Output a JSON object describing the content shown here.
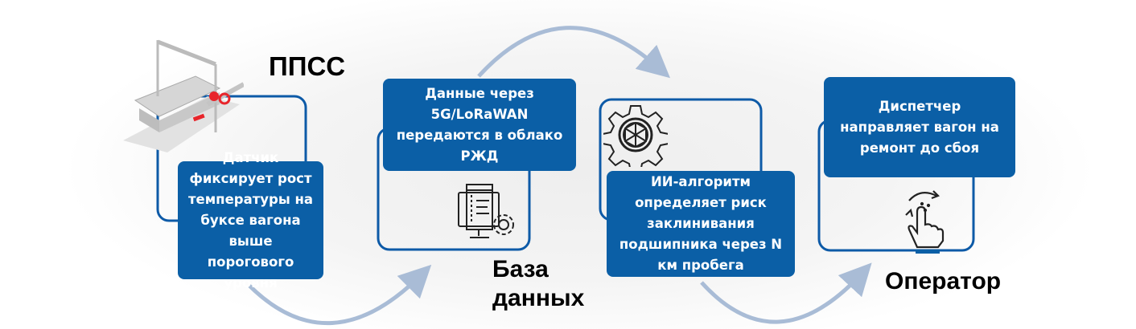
{
  "stages": [
    {
      "title": "ППСС",
      "text": "Датчик фиксирует рост температуры на буксе вагона выше порогового уровня",
      "icon": "railcar-sensor-icon"
    },
    {
      "title": "База данных",
      "text": "Данные через 5G/LoRaWAN передаются в облако РЖД",
      "icon": "database-monitor-gear-icon"
    },
    {
      "title": "",
      "text": "ИИ-алгоритм определяет риск заклинивания подшипника через N км пробега",
      "icon": "ai-gear-icon"
    },
    {
      "title": "Оператор",
      "text": "Диспетчер направляет вагон на ремонт до сбоя",
      "icon": "hand-touch-icon"
    }
  ],
  "colors": {
    "box": "#0b5fa6",
    "frame": "#0d5aa7",
    "arrow": "#a9bcd6",
    "highlight": "#e8252b"
  }
}
